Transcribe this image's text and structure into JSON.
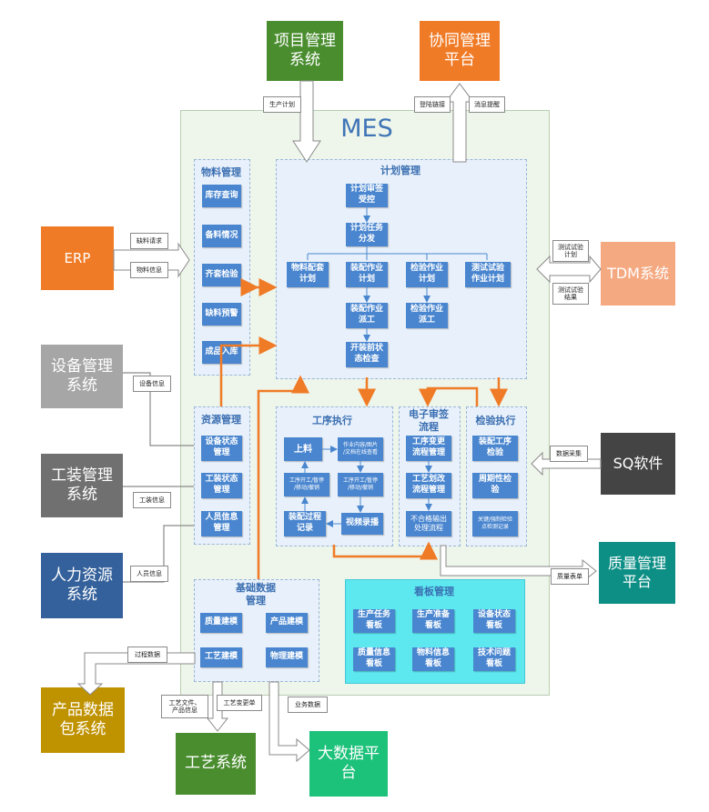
{
  "mes_title": "MES",
  "external_systems": {
    "project_mgmt": "项目管理\n系统",
    "collab_platform": "协同管理\n平台",
    "erp": "ERP",
    "equipment_mgmt": "设备管理\n系统",
    "tooling_mgmt": "工装管理\n系统",
    "hr_system": "人力资源\n系统",
    "tdm_system": "TDM系统",
    "sq_software": "SQ软件",
    "quality_platform": "质量管理\n平台",
    "product_data_pkg": "产品数据\n包系统",
    "process_system": "工艺系统",
    "big_data_platform": "大数据平\n台"
  },
  "flow_labels": {
    "production_plan": "生产计划",
    "login_link": "登陆链接",
    "message_alert": "消息提醒",
    "shortage_request": "缺料请求",
    "material_info": "物料信息",
    "test_plan": "测试试验\n计划",
    "test_result": "测试试验\n结果",
    "equipment_info": "设备信息",
    "tooling_info": "工装信息",
    "personnel_info": "人员信息",
    "data_collection": "数据采集",
    "quality_form": "质量表单",
    "process_data": "过程数据",
    "process_docs": "工艺文件、\n产品信息",
    "process_change": "工艺变更单",
    "business_data": "业务数据"
  },
  "sections": {
    "material": {
      "title": "物料管理",
      "items": [
        "库存查询",
        "备料情况",
        "齐套检验",
        "缺料预警",
        "成品入库"
      ]
    },
    "plan": {
      "title": "计划管理",
      "review": "计划审签\n受控",
      "dispatch": "计划任务\n分发",
      "material_kit": "物料配套\n计划",
      "assembly_plan": "装配作业\n计划",
      "inspection_plan": "检验作业\n计划",
      "test_plan": "测试试验\n作业计划",
      "assembly_dispatch": "装配作业\n派工",
      "inspection_dispatch": "检验作业\n派工",
      "pre_start_check": "开装前状\n态检查"
    },
    "resource": {
      "title": "资源管理",
      "items": [
        "设备状态\n管理",
        "工装状态\n管理",
        "人员信息\n管理"
      ]
    },
    "process_exec": {
      "title": "工序执行",
      "start": "上料",
      "content": "作业内容/图片\n/文档在线查看",
      "left_ops": "工序开工/暂停\n/移动/撤销",
      "right_ops": "工序开工/暂停\n/移动/撤销",
      "record": "装配过程\n记录",
      "video": "视频录播"
    },
    "e_review": {
      "title": "电子审签\n流程",
      "items": [
        "工序变更\n流程管理",
        "工艺划改\n流程管理",
        "不合格输出\n处理流程"
      ]
    },
    "inspection_exec": {
      "title": "检验执行",
      "items": [
        "装配工序\n检验",
        "周期性检\n验",
        "关键/强制检验\n点检测记录"
      ]
    },
    "base_data": {
      "title": "基础数据\n管理",
      "items": [
        "质量建模",
        "产品建模",
        "工艺建模",
        "物理建模"
      ]
    },
    "kanban": {
      "title": "看板管理",
      "items": [
        "生产任务\n看板",
        "生产准备\n看板",
        "设备状态\n看板",
        "质量信息\n看板",
        "物料信息\n看板",
        "技术问题\n看板"
      ]
    }
  },
  "colors": {
    "green": "#4a8d2f",
    "orange": "#f07b26",
    "salmon": "#f5a981",
    "gray": "#a6a6a6",
    "dark_gray": "#707070",
    "navy": "#34619b",
    "dark": "#444444",
    "teal": "#0e8f86",
    "gold": "#bf9200",
    "bright_green": "#1cc17a",
    "block_blue": "#4a86cf",
    "accent_arrow": "#f07b26"
  }
}
